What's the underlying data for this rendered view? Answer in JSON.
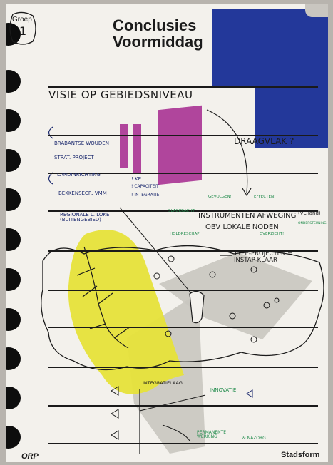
{
  "poster": {
    "group_label": "Groep",
    "group_number": "1",
    "title_line1": "Conclusies",
    "title_line2": "Voormiddag",
    "footer_left": "ORP",
    "footer_right": "Stadsform"
  },
  "handwriting": {
    "heading": "VISIE OP GEBIEDSNIVEAU",
    "draagvlak": "DRAAGVLAK ?",
    "left_list": [
      "BRABANTSE WOUDEN",
      "STRAT. PROJECT",
      "LANDINRICHTING",
      "BEKKENSECR. VMM",
      "REGIONALE L. LOKET (BUITENGEBIED)"
    ],
    "magenta_notes": [
      "! KE",
      "! CAPACITEIT",
      "! INTEGRATIE"
    ],
    "instrumenten_line1": "INSTRUMENTEN AFWEGING",
    "instrumenten_line2": "OBV LOKALE NODEN",
    "vl_land": "(VL-land)",
    "type_projecten": "TYPE-PROJECTEN = INSTAP-KLAAR",
    "integratielaag": "INTEGRATIELAAG",
    "innovatie": "INNOVATIE",
    "permanente": "PERMANENTE WERKING",
    "nazorg": "& NAZORG",
    "green_notes": [
      "GEVOLGEN!",
      "EFFECTEN!",
      "SLAGKRACHT",
      "OVERZICHT!",
      "ONDERSTEUNING",
      "HOLDRESCHAP"
    ]
  },
  "colors": {
    "paper": "#f3f1ec",
    "blue": "#23389a",
    "magenta": "#b0459c",
    "yellow": "#e6e23a",
    "grey": "#c9c6c0",
    "ink": "#1c2a6e"
  }
}
